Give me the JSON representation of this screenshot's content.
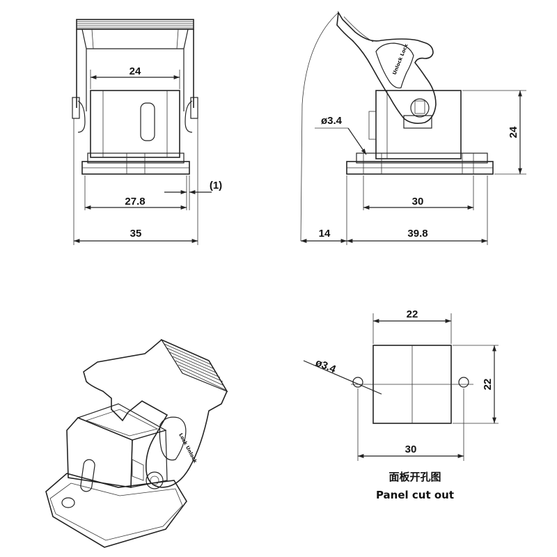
{
  "front_view": {
    "dim_top": "24",
    "dim_base": "27.8",
    "dim_gap": "(1)",
    "dim_overall": "35"
  },
  "side_view": {
    "dim_hole": "ø3.4",
    "dim_height": "24",
    "dim_base": "30",
    "dim_offset": "14",
    "dim_overall": "39.8",
    "latch_label": "Unlock Lock"
  },
  "iso_view": {
    "latch_label": "Lock Unlock"
  },
  "cutout": {
    "dim_hole": "ø3.4",
    "dim_width": "22",
    "dim_height": "22",
    "dim_spacing": "30",
    "caption_zh": "面板开孔图",
    "caption_en": "Panel cut out"
  }
}
